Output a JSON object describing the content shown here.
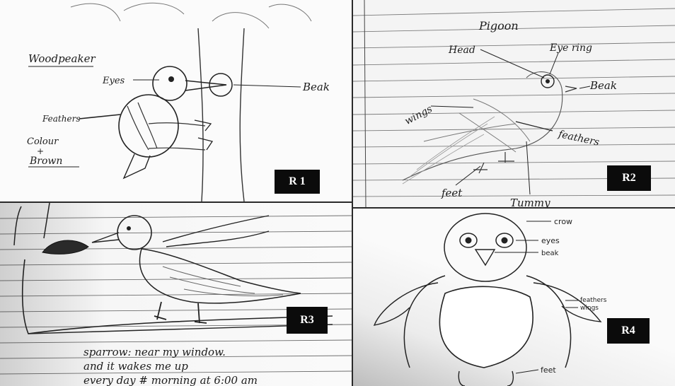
{
  "panels": {
    "r1": {
      "label": "R 1",
      "title": "Woodpeaker",
      "eyes": "Eyes",
      "feathers": "Feathers",
      "colour": "Colour",
      "and": "+",
      "brown": "Brown",
      "beak": "Beak"
    },
    "r2": {
      "label": "R2",
      "title": "Pigoon",
      "head": "Head",
      "eye_ring": "Eye ring",
      "beak": "Beak",
      "wings": "wings",
      "feathers": "feathers",
      "feet": "feet",
      "tummy": "Tummy"
    },
    "r3": {
      "label": "R3",
      "caption_line1": "sparrow: near my window.",
      "caption_line2": "and it wakes me up",
      "caption_line3": "every day # morning at 6:00 am"
    },
    "r4": {
      "label": "R4",
      "crow": "crow",
      "eyes": "eyes",
      "beak": "beak",
      "feathers": "feathers",
      "wings": "wings",
      "feet": "feet"
    }
  }
}
